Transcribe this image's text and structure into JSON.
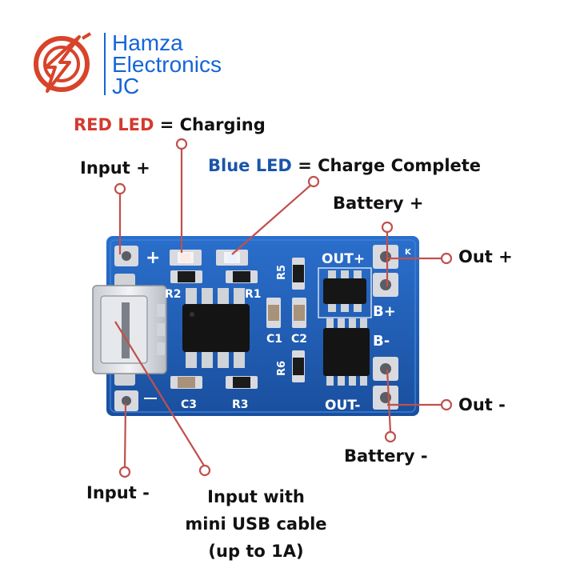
{
  "brand": {
    "line1": "Hamza",
    "line2": "Electronics",
    "line3": "JC",
    "color": "#1565d8",
    "logo_color": "#d8442a"
  },
  "labels": {
    "red_led_key": "RED LED",
    "red_led_value": "= Charging",
    "blue_led_key": "Blue LED",
    "blue_led_value": "= Charge Complete",
    "input_plus": "Input +",
    "input_minus": "Input -",
    "usb_line1": "Input with",
    "usb_line2": "mini USB cable",
    "usb_line3": "(up to 1A)",
    "battery_plus": "Battery +",
    "battery_minus": "Battery -",
    "out_plus": "Out +",
    "out_minus": "Out -"
  },
  "board_silkscreen": {
    "r2": "R2",
    "r1": "R1",
    "r5": "R5",
    "c1": "C1",
    "c2": "C2",
    "r6": "R6",
    "c3": "C3",
    "r3": "R3",
    "out_plus": "OUT+",
    "out_minus": "OUT-",
    "b_plus": "B+",
    "b_minus": "B-",
    "plus": "+",
    "minus": "-",
    "k": "K"
  },
  "colors": {
    "board": "#1f5fb8",
    "leader": "#c0504d",
    "red_led_text": "#d43a2f",
    "blue_led_text": "#1a56a8"
  }
}
